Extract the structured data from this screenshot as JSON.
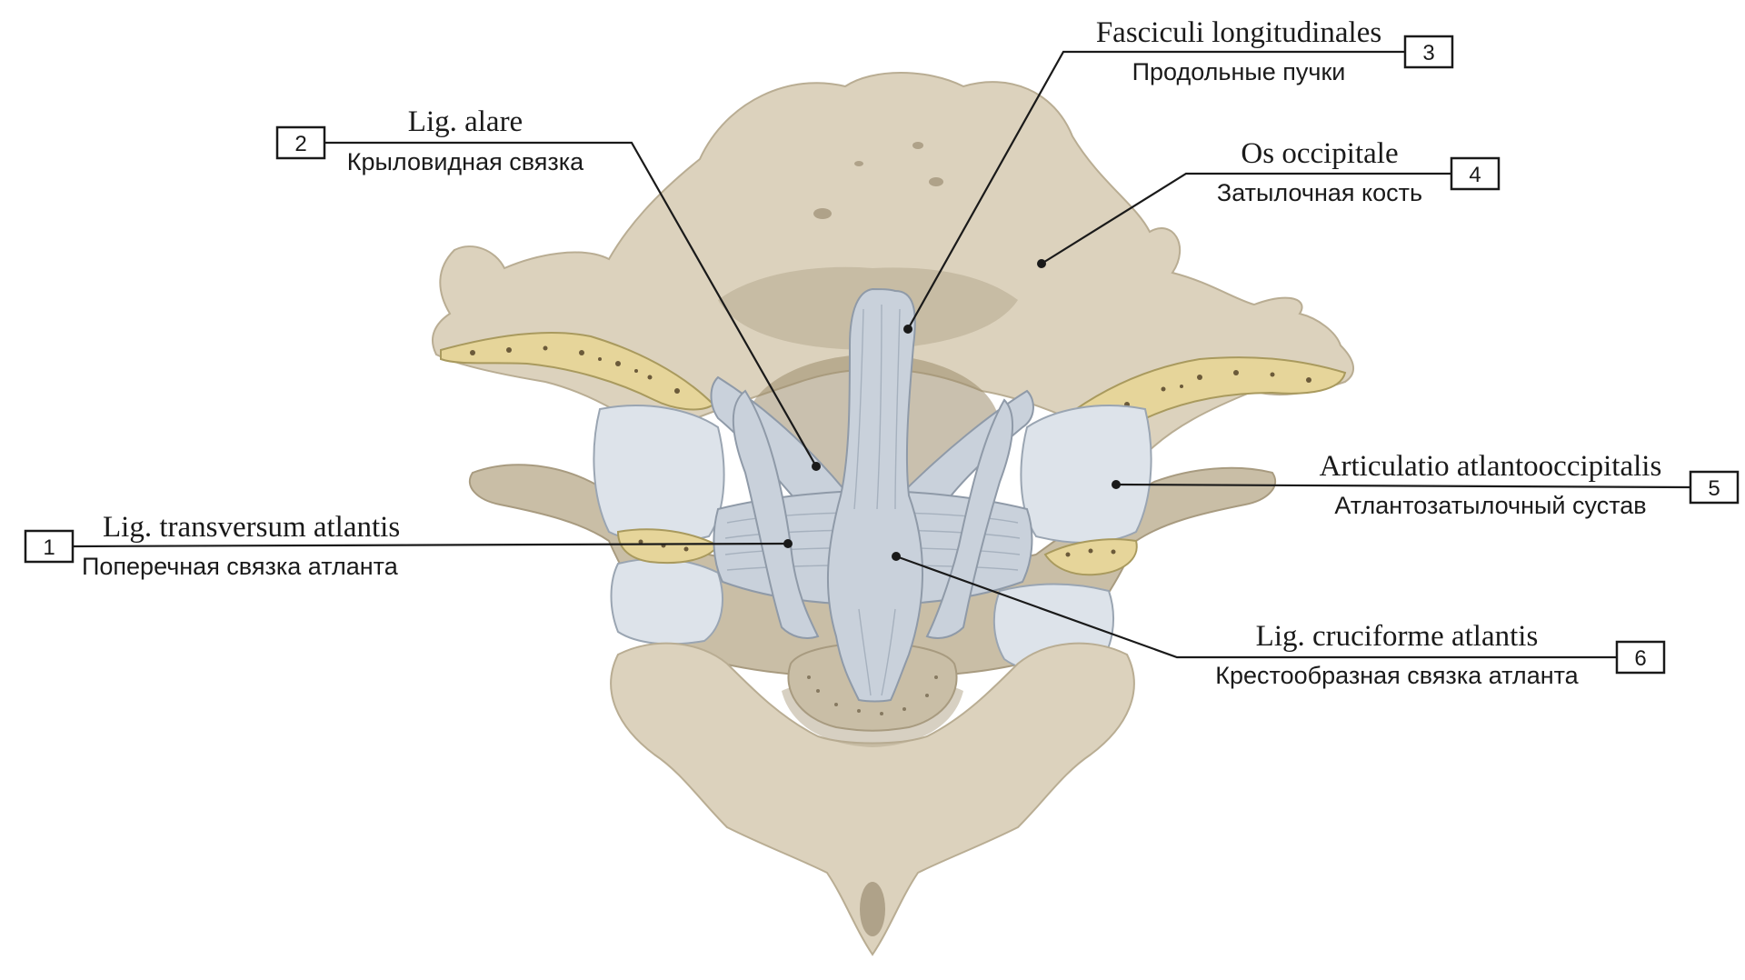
{
  "labels": [
    {
      "number": "1",
      "latin": "Lig. transversum atlantis",
      "russian": "Поперечная связка атланта"
    },
    {
      "number": "2",
      "latin": "Lig. alare",
      "russian": "Крыловидная связка"
    },
    {
      "number": "3",
      "latin": "Fasciculi longitudinales",
      "russian": "Продольные пучки"
    },
    {
      "number": "4",
      "latin": "Os occipitale",
      "russian": "Затылочная кость"
    },
    {
      "number": "5",
      "latin": "Articulatio atlantooccipitalis",
      "russian": "Атлантозатылочный сустав"
    },
    {
      "number": "6",
      "latin": "Lig. cruciforme atlantis",
      "russian": "Крестообразная связка атланта"
    }
  ],
  "colors": {
    "bone": "#dcd2bd",
    "ligament": "#c9d1db",
    "marrow": "#e6d59a",
    "text": "#1a1a1a"
  }
}
